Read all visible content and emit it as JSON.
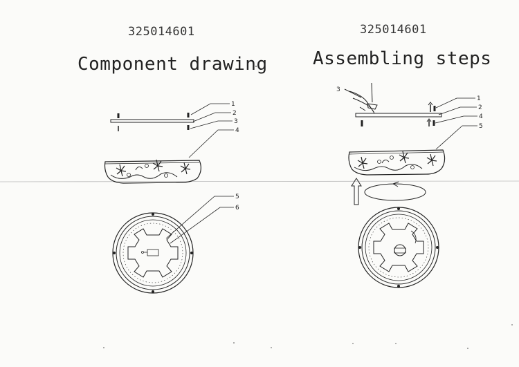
{
  "left": {
    "code": "325014601",
    "title": "Component drawing",
    "labels": [
      "1",
      "2",
      "3",
      "4",
      "5",
      "6"
    ]
  },
  "right": {
    "code": "325014601",
    "title": "Assembling steps",
    "labels": [
      "3",
      "1",
      "2",
      "4",
      "5"
    ]
  },
  "colors": {
    "ink": "#222222",
    "paper": "#fbfbf9"
  }
}
